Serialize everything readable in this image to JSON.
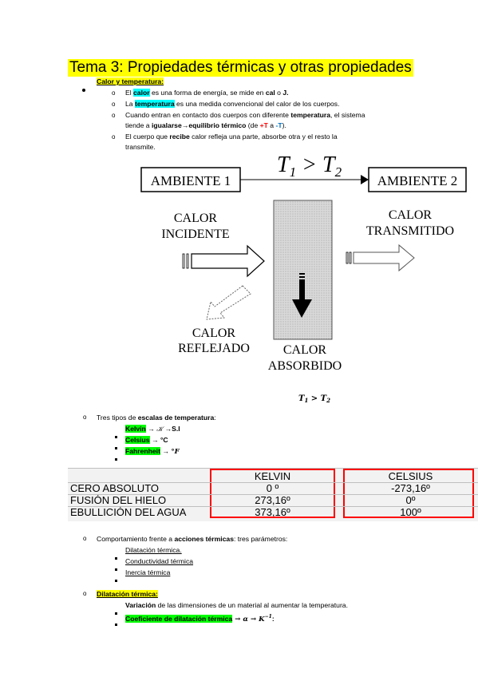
{
  "title": "Tema 3: Propiedades térmicas y otras propiedades",
  "section1": {
    "heading": "Calor y temperatura:",
    "items": [
      {
        "pre": "El ",
        "hl": "calor",
        "post": " es una forma de energía, se mide en ",
        "b1": "cal",
        "mid": " o ",
        "b2": "J."
      },
      {
        "pre": "La ",
        "hl": "temperatura",
        "post": " es una medida convencional del calor de los cuerpos."
      },
      {
        "line1_pre": "Cuando entran en contacto dos cuerpos con diferente ",
        "line1_b": "temperatura",
        "line1_post": ", el sistema",
        "line2_pre": "tiende a ",
        "line2_b": "igualarse→equilibrio térmico",
        "line2_mid": " (de ",
        "plusT": "+T",
        "a_word": " a ",
        "minusT": "-T",
        "line2_end": ")."
      },
      {
        "line1_pre": "El cuerpo que ",
        "line1_b": "recibe",
        "line1_post": " calor refleja una parte, absorbe otra y el resto la",
        "line2": "transmite."
      }
    ]
  },
  "diagram": {
    "relation_T": "T",
    "relation_1": "1",
    "relation_gt": " > ",
    "relation_2": "2",
    "ambiente1": "AMBIENTE 1",
    "ambiente2": "AMBIENTE 2",
    "calor_incidente": [
      "CALOR",
      "INCIDENTE"
    ],
    "calor_transmitido": [
      "CALOR",
      "TRANSMITIDO"
    ],
    "calor_reflejado": [
      "CALOR",
      "REFLEJADO"
    ],
    "calor_absorbido": [
      "CALOR",
      "ABSORBIDO"
    ],
    "caption_T": "T",
    "caption_1": "1",
    "caption_gt": " > ",
    "caption_2": "2"
  },
  "scales": {
    "intro_pre": "Tres tipos de ",
    "intro_b": "escalas de temperatura",
    "intro_post": ":",
    "items": [
      {
        "name": "Kelvin",
        "arrow": " → ",
        "sym": "𝒦",
        "tail": " →S.I"
      },
      {
        "name": "Celsius",
        "arrow": " → ",
        "sym": "°C",
        "tail": ""
      },
      {
        "name": "Fahrenheit",
        "arrow": " → ",
        "sym": "°F",
        "tail": ""
      }
    ]
  },
  "table": {
    "headers": [
      "",
      "KELVIN",
      "CELSIUS"
    ],
    "rows": [
      [
        "CERO ABSOLUTO",
        "0 º",
        "-273,16º"
      ],
      [
        "FUSIÓN DEL HIELO",
        "273,16º",
        "0º"
      ],
      [
        "EBULLICIÓN DEL AGUA",
        "373,16º",
        "100º"
      ]
    ]
  },
  "comportamiento": {
    "pre": "Comportamiento frente a ",
    "b": "acciones térmicas",
    "post": ": tres parámetros:",
    "items": [
      "Dilatación térmica.",
      "Conductividad térmica",
      "Inercia térmica"
    ]
  },
  "dilatacion": {
    "heading": "Dilatación térmica:",
    "item1_b": "Variación",
    "item1_rest": " de las dimensiones de un material al aumentar la temperatura.",
    "item2_hl": "Coeficiente de dilatación térmica",
    "item2_rest": " → α → K",
    "item2_sup": "−1",
    "item2_end": ":"
  },
  "colors": {
    "highlight_yellow": "#ffff00",
    "highlight_cyan": "#00ffff",
    "highlight_green": "#00ff00",
    "table_border_red": "#ff0000",
    "table_bg": "#f2f2f2"
  }
}
